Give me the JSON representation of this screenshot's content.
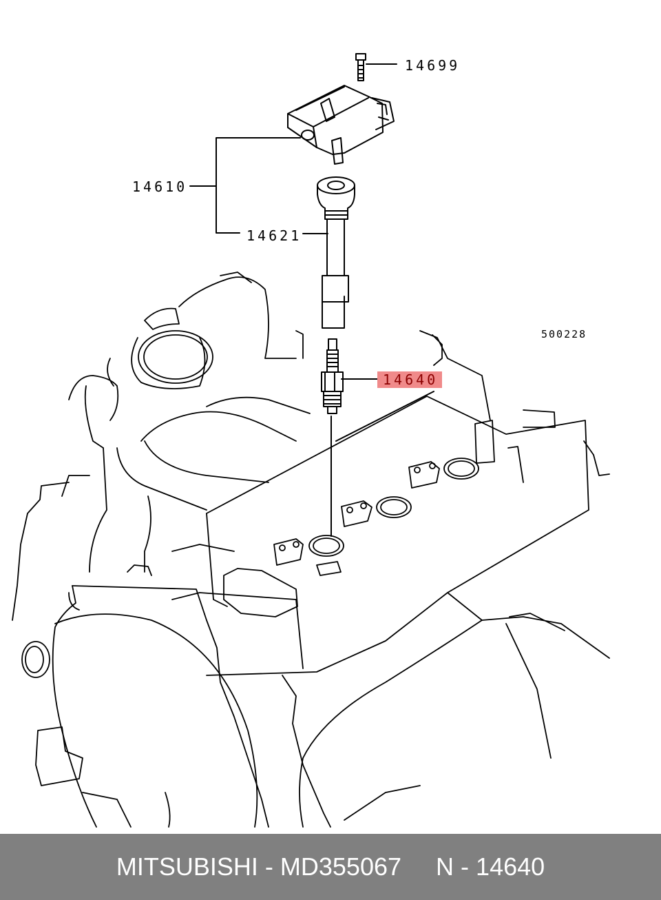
{
  "callouts": {
    "bolt": "14699",
    "coil": "14610",
    "boot": "14621",
    "spark_plug": "14640"
  },
  "highlight_color": "#f08a8a",
  "reference_code": "500228",
  "footer": {
    "brand": "MITSUBISHI",
    "separator": "-",
    "part_number": "MD355067",
    "ref_prefix": "N -",
    "ref_number": "14640"
  }
}
